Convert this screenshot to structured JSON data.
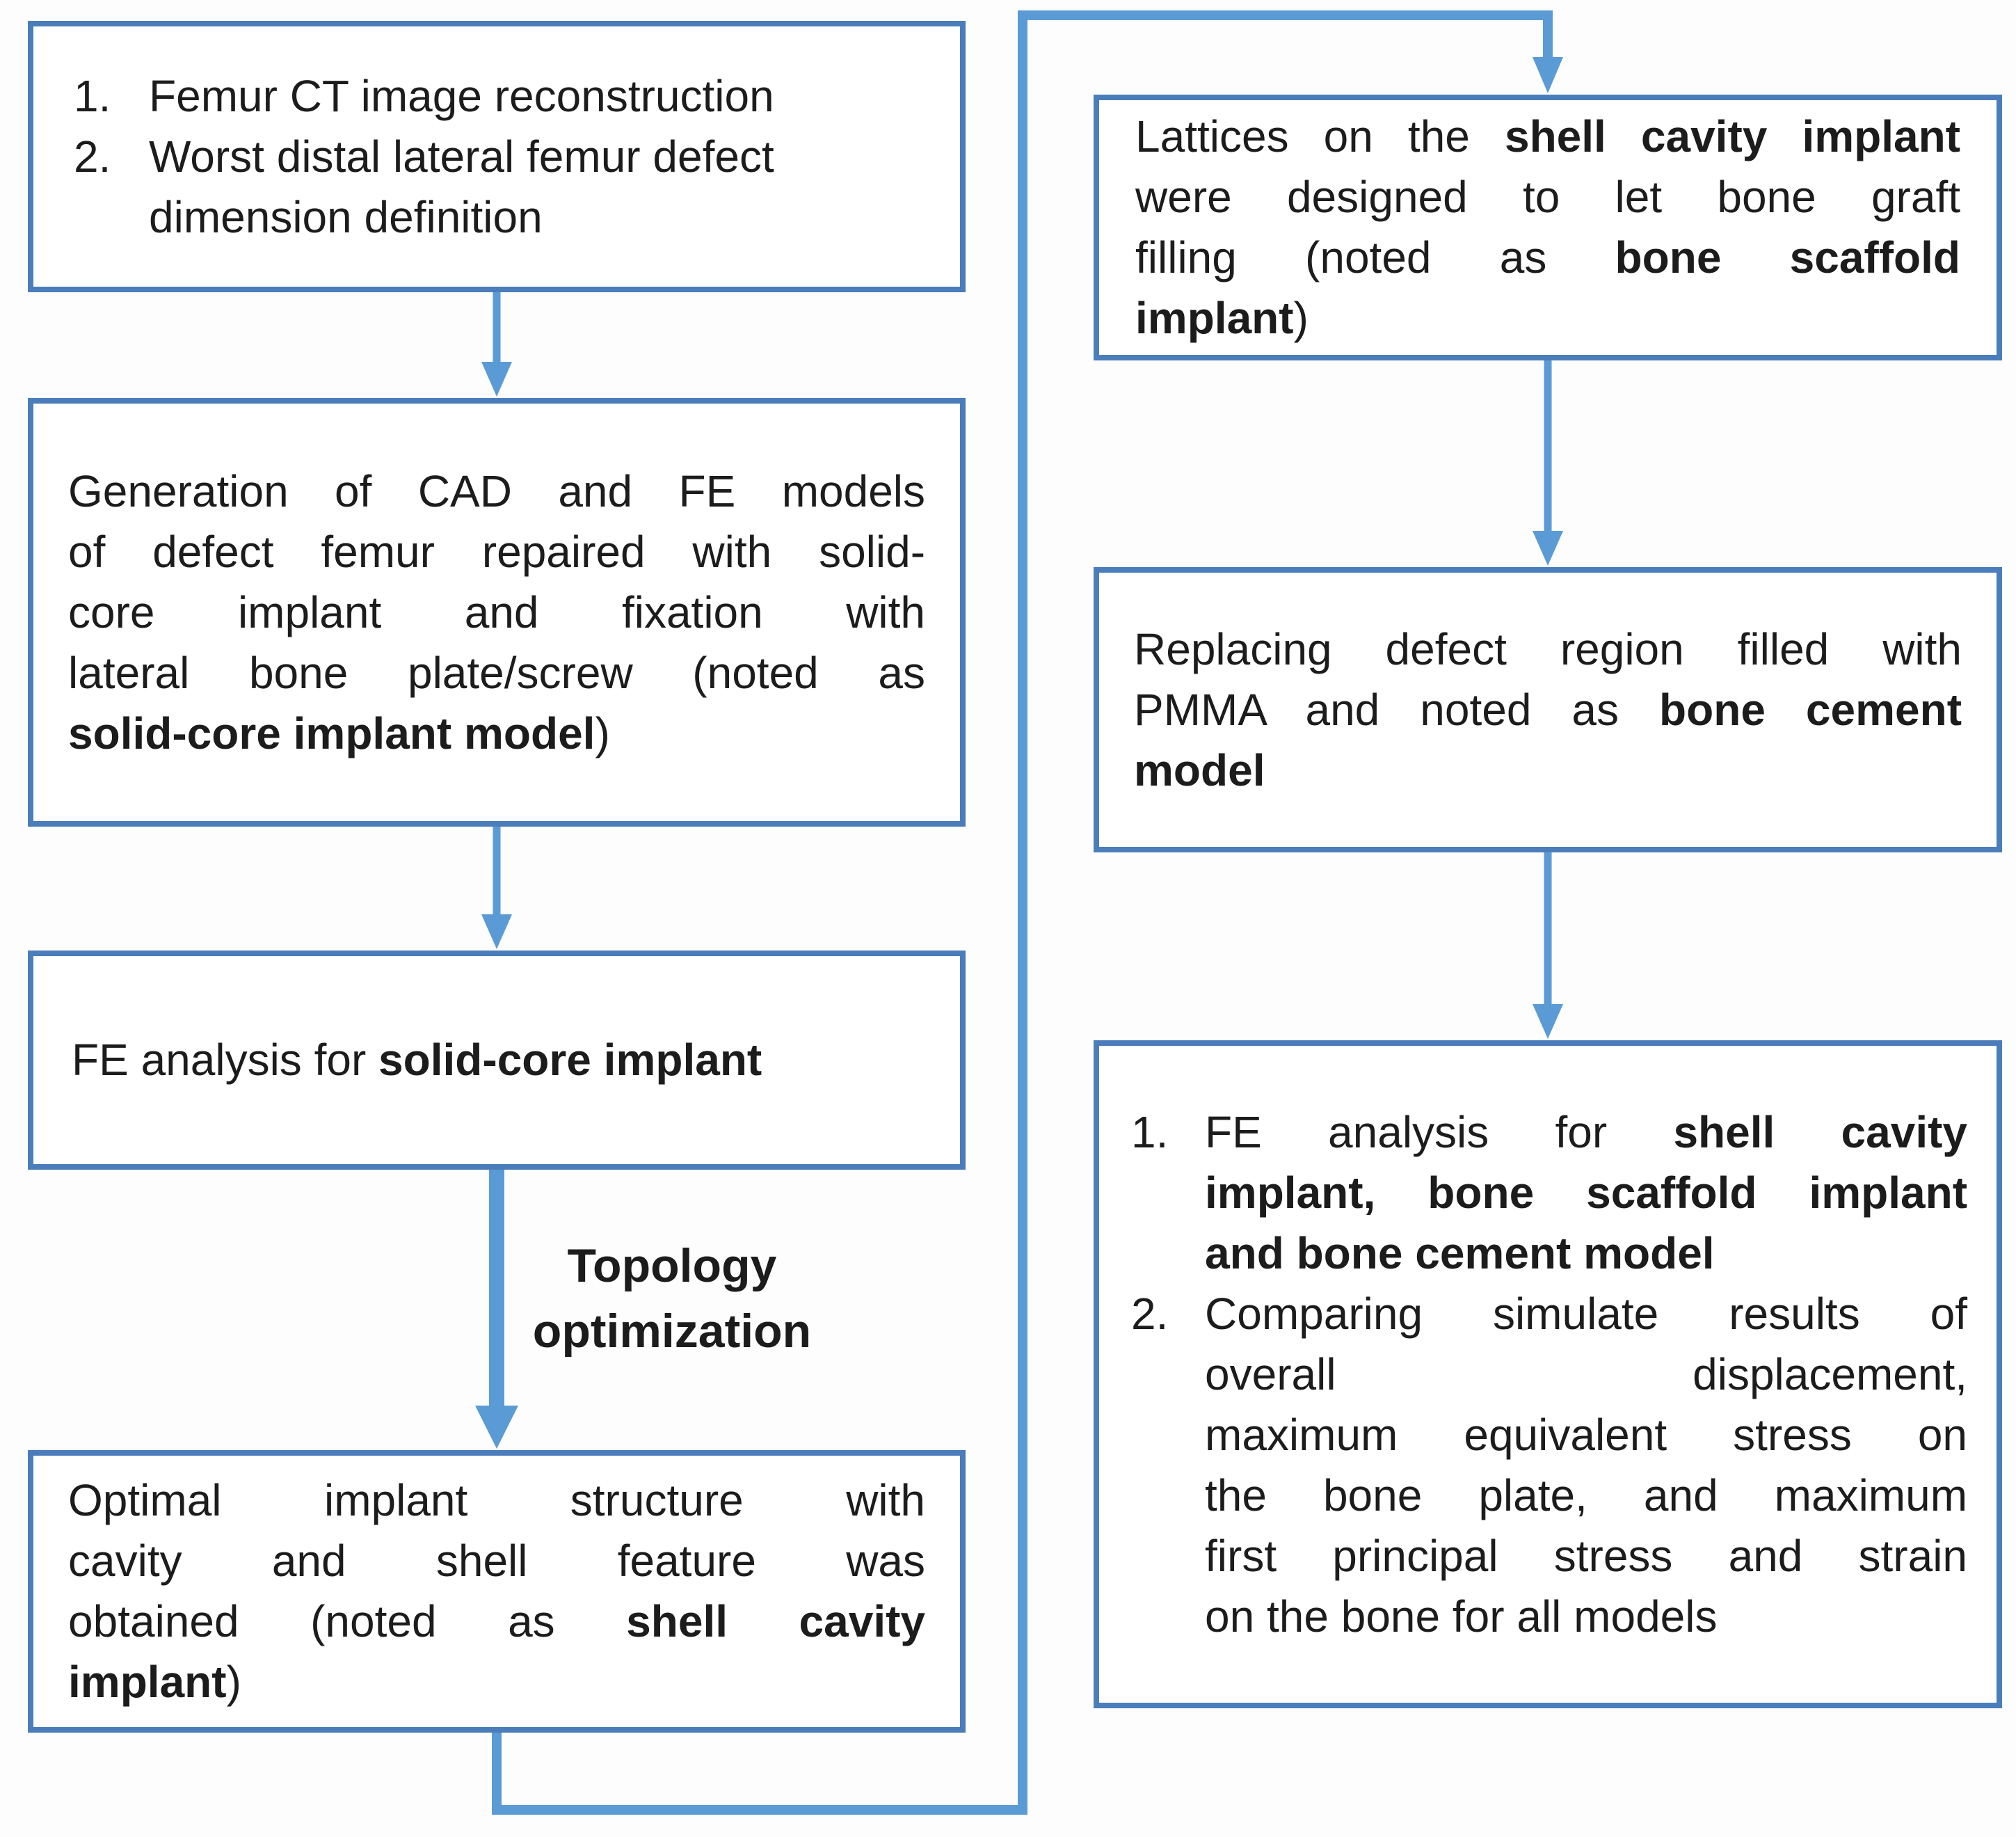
{
  "colors": {
    "box_border": "#4a7dba",
    "arrow": "#5b9bd5",
    "text": "#1c1c1c",
    "background": "#fdfdfd",
    "box_fill": "#ffffff"
  },
  "flowchart": {
    "left": {
      "box1": {
        "items": [
          {
            "num": "1.",
            "lines": [
              {
                "runs": [
                  {
                    "t": "Femur CT image reconstruction"
                  }
                ]
              }
            ]
          },
          {
            "num": "2.",
            "lines": [
              {
                "runs": [
                  {
                    "t": "Worst distal lateral femur defect"
                  }
                ]
              },
              {
                "runs": [
                  {
                    "t": "dimension definition"
                  }
                ]
              }
            ]
          }
        ]
      },
      "box2": {
        "lines": [
          {
            "j": 1,
            "runs": [
              {
                "t": "Generation of CAD and FE models"
              }
            ]
          },
          {
            "j": 1,
            "runs": [
              {
                "t": "of defect femur repaired with solid-"
              }
            ]
          },
          {
            "j": 1,
            "runs": [
              {
                "t": "core implant and fixation with"
              }
            ]
          },
          {
            "j": 1,
            "runs": [
              {
                "t": "lateral bone plate/screw (noted as"
              }
            ]
          },
          {
            "runs": [
              {
                "t": "solid-core implant model",
                "b": 1
              },
              {
                "t": ")"
              }
            ]
          }
        ]
      },
      "box3": {
        "lines": [
          {
            "runs": [
              {
                "t": "FE analysis for "
              },
              {
                "t": "solid-core implant",
                "b": 1
              }
            ]
          }
        ]
      },
      "arrow_label": {
        "lines": [
          {
            "runs": [
              {
                "t": "Topology",
                "b": 1
              }
            ]
          },
          {
            "runs": [
              {
                "t": "optimization",
                "b": 1
              }
            ]
          }
        ]
      },
      "box4": {
        "lines": [
          {
            "j": 1,
            "runs": [
              {
                "t": "Optimal implant structure with"
              }
            ]
          },
          {
            "j": 1,
            "runs": [
              {
                "t": "cavity and shell feature was"
              }
            ]
          },
          {
            "j": 1,
            "runs": [
              {
                "t": "obtained (noted as "
              },
              {
                "t": "shell cavity",
                "b": 1
              }
            ]
          },
          {
            "runs": [
              {
                "t": "implant",
                "b": 1
              },
              {
                "t": ")"
              }
            ]
          }
        ]
      }
    },
    "right": {
      "box1": {
        "lines": [
          {
            "j": 1,
            "runs": [
              {
                "t": "Lattices on the "
              },
              {
                "t": "shell cavity implant",
                "b": 1
              }
            ]
          },
          {
            "j": 1,
            "runs": [
              {
                "t": "were designed to let bone graft"
              }
            ]
          },
          {
            "j": 1,
            "runs": [
              {
                "t": "filling (noted as "
              },
              {
                "t": "bone scaffold",
                "b": 1
              }
            ]
          },
          {
            "runs": [
              {
                "t": "implant",
                "b": 1
              },
              {
                "t": ")"
              }
            ]
          }
        ]
      },
      "box2": {
        "lines": [
          {
            "j": 1,
            "runs": [
              {
                "t": "Replacing defect region filled with"
              }
            ]
          },
          {
            "j": 1,
            "runs": [
              {
                "t": "PMMA and noted as "
              },
              {
                "t": "bone cement",
                "b": 1
              }
            ]
          },
          {
            "runs": [
              {
                "t": "model",
                "b": 1
              }
            ]
          }
        ]
      },
      "box3": {
        "items": [
          {
            "num": "1.",
            "lines": [
              {
                "j": 1,
                "runs": [
                  {
                    "t": "FE analysis for "
                  },
                  {
                    "t": "shell cavity",
                    "b": 1
                  }
                ]
              },
              {
                "j": 1,
                "runs": [
                  {
                    "t": "implant, bone scaffold implant",
                    "b": 1
                  }
                ]
              },
              {
                "runs": [
                  {
                    "t": "and bone cement model",
                    "b": 1
                  }
                ]
              }
            ]
          },
          {
            "num": "2.",
            "lines": [
              {
                "j": 1,
                "runs": [
                  {
                    "t": "Comparing simulate results of"
                  }
                ]
              },
              {
                "j": 1,
                "runs": [
                  {
                    "t": "overall displacement,"
                  }
                ]
              },
              {
                "j": 1,
                "runs": [
                  {
                    "t": "maximum equivalent stress on"
                  }
                ]
              },
              {
                "j": 1,
                "runs": [
                  {
                    "t": "the bone plate, and maximum"
                  }
                ]
              },
              {
                "j": 1,
                "runs": [
                  {
                    "t": "first principal stress and strain"
                  }
                ]
              },
              {
                "runs": [
                  {
                    "t": "on the bone for all models"
                  }
                ]
              }
            ]
          }
        ]
      }
    }
  }
}
